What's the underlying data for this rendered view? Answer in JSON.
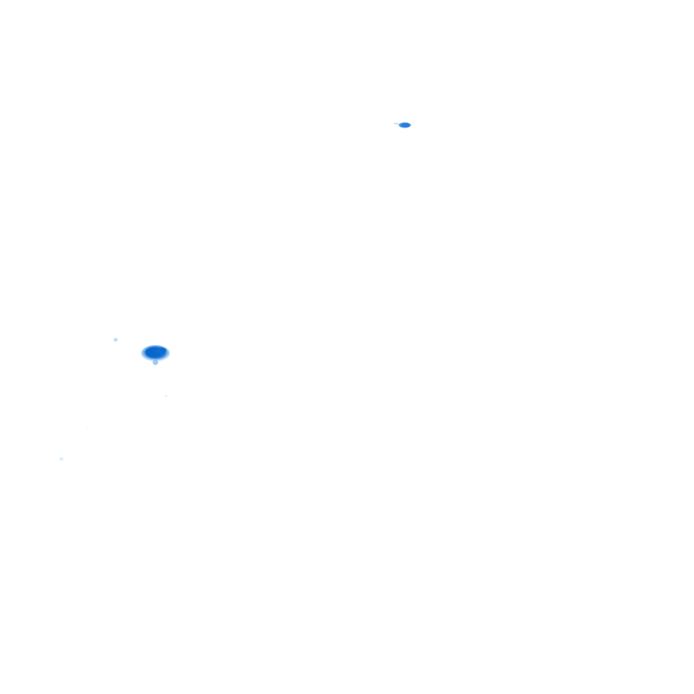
{
  "image": {
    "background": "#ffffff",
    "colors": {
      "blob_core": "#0a66c8",
      "blob_mid": "#3b8ee6",
      "blob_light": "#bfe1ff",
      "speck": "#dbeeff"
    },
    "features": [
      {
        "kind": "blob",
        "name": "large-blue-blob"
      },
      {
        "kind": "blob",
        "name": "small-blue-blob"
      },
      {
        "kind": "speck",
        "name": "faint-speck"
      }
    ]
  }
}
